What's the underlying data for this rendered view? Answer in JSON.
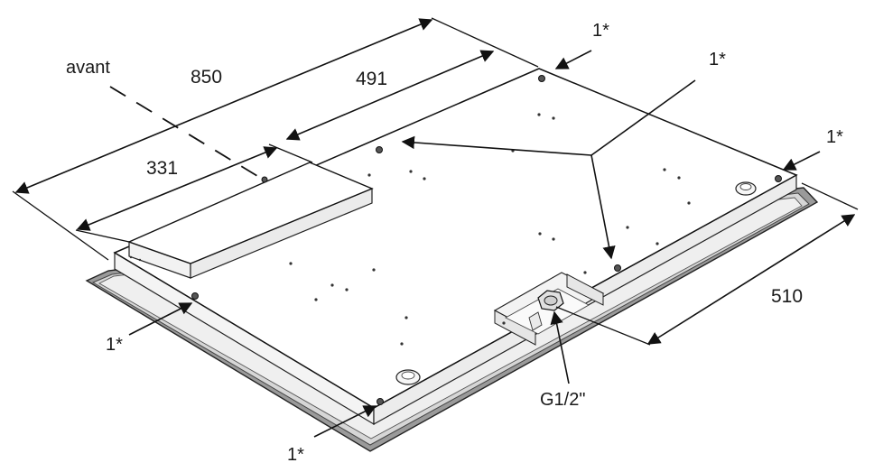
{
  "labels": {
    "front": "avant",
    "dim_total": "850",
    "dim_upper": "491",
    "dim_lower": "331",
    "dim_depth": "510",
    "fix_top": "1*",
    "fix_top_right": "1*",
    "fix_right": "1*",
    "fix_left": "1*",
    "fix_bottom": "1*",
    "connector": "G1/2\""
  },
  "colors": {
    "line": "#111111",
    "plate_face": "#ffffff",
    "frame": "#6b6b6b"
  }
}
